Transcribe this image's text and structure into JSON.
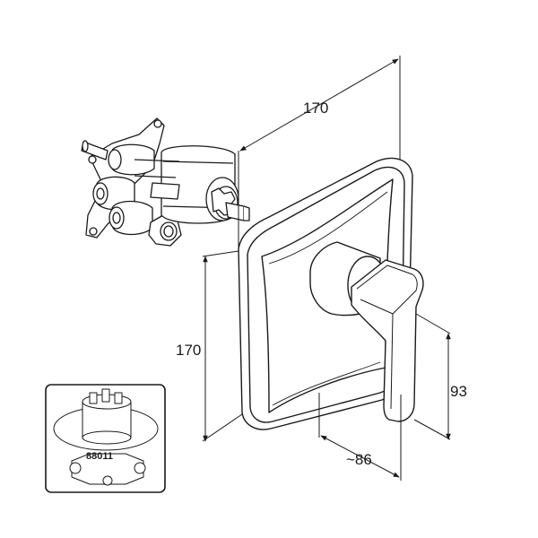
{
  "dimensions": {
    "width_top": "170",
    "height_left": "170",
    "lever_height": "93",
    "depth": "~86"
  },
  "inset": {
    "part_number": "88011"
  },
  "colors": {
    "line": "#1a1a1a",
    "background": "#ffffff"
  }
}
